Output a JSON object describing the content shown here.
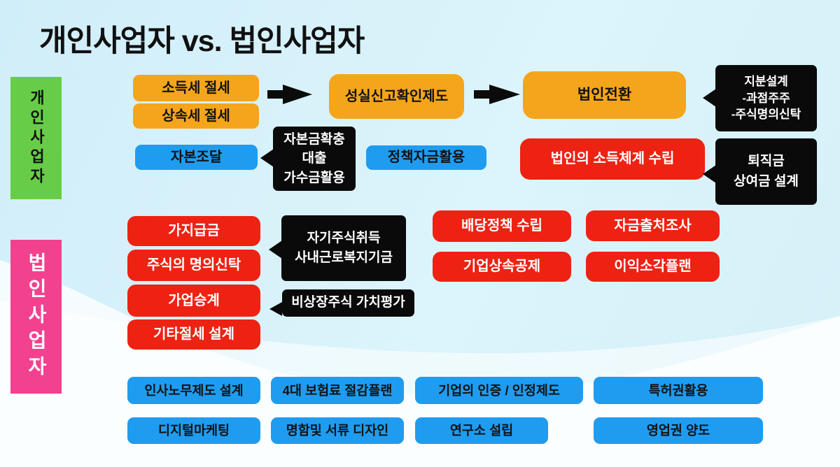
{
  "title": "개인사업자 vs. 법인사업자",
  "side_labels": {
    "personal": "개인사업자",
    "corporate": "법인사업자"
  },
  "top_flow": {
    "income_tax": "소득세 절세",
    "inheritance_tax": "상속세 절세",
    "faithful_reporting": "성실신고확인제도",
    "incorporation": "법인전환"
  },
  "funding_row": {
    "capital_raising": "자본조달",
    "policy_funds": "정책자금활용",
    "income_structure": "법인의 소득체계 수립"
  },
  "callouts": {
    "equity": {
      "lines": [
        "지분설계",
        "-과점주주",
        "-주식명의신탁"
      ]
    },
    "capital_expansion": {
      "lines": [
        "자본금확충",
        "대출",
        "가수금활용"
      ]
    },
    "retirement": {
      "lines": [
        "퇴직금",
        "상여금 설계"
      ]
    },
    "treasury_stock": {
      "lines": [
        "자기주식취득",
        "사내근로복지기금"
      ]
    },
    "unlisted_valuation": {
      "lines": [
        "비상장주식 가치평가"
      ]
    }
  },
  "corporate_red": {
    "provisional_payment": "가지급금",
    "stock_title_trust": "주식의 명의신탁",
    "business_succession": "가업승계",
    "other_tax_design": "기타절세 설계",
    "dividend_policy": "배당정책 수립",
    "fund_source_audit": "자금출처조사",
    "inheritance_deduction": "기업상속공제",
    "profit_retirement_plan": "이익소각플랜"
  },
  "bottom_blue": {
    "hr_system": "인사노무제도 설계",
    "insurance_saving": "4대 보험료 절감플랜",
    "certification": "기업의 인증 / 인정제도",
    "patent_use": "특허권활용",
    "digital_marketing": "디지털마케팅",
    "card_design": "명함및 서류 디자인",
    "research_center": "연구소 설립",
    "goodwill_transfer": "영업권 양도"
  },
  "colors": {
    "orange": "#F5A51C",
    "blue": "#1F9CF0",
    "red": "#EE2213",
    "green": "#67CD48",
    "pink": "#F2418F",
    "callout_black": "#0A0A0A",
    "background": "#D8F1FA",
    "title_text": "#111111"
  }
}
